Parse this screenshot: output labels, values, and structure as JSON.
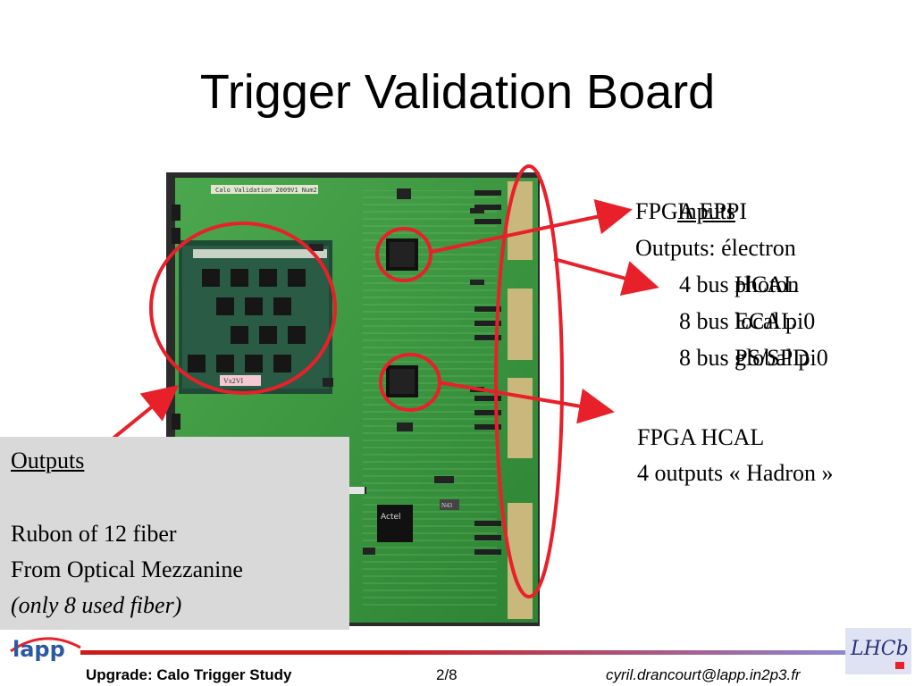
{
  "slide": {
    "title": "Trigger Validation Board"
  },
  "board_photo": {
    "silkscreen_label": "Calo Validation 2009V1 Num2",
    "fpga_label": "Actel",
    "sticker": "Vx2VI",
    "chip_label": "N43"
  },
  "annotations": {
    "fpga_eppi": {
      "title": "FPGA EPPI",
      "overprint_label": "Inputs",
      "outputs_label": "Outputs: électron",
      "lines": [
        "4 bus HCAL",
        "8 bus ECAL",
        "8 bus PS/SPD"
      ],
      "overprint_lines": [
        "photon",
        "local pi0",
        "global pi0"
      ]
    },
    "fpga_hcal": {
      "title": "FPGA HCAL",
      "outputs": "4 outputs « Hadron »"
    },
    "outputs_box": {
      "heading": "Outputs",
      "line1": "Rubon of 12 fiber",
      "line2": "From Optical Mezzanine",
      "line3": "(only 8 used fiber)"
    }
  },
  "footer": {
    "left": "Upgrade: Calo Trigger Study",
    "page": "2/8",
    "email": "cyril.drancourt@lapp.in2p3.fr",
    "lapp_logo_text": "lapp",
    "lhcb_logo_text": "LHCb"
  },
  "colors": {
    "annotation_red": "#e8202a",
    "pcb_green": "#2e8a34",
    "box_grey": "#d9d9d9"
  }
}
